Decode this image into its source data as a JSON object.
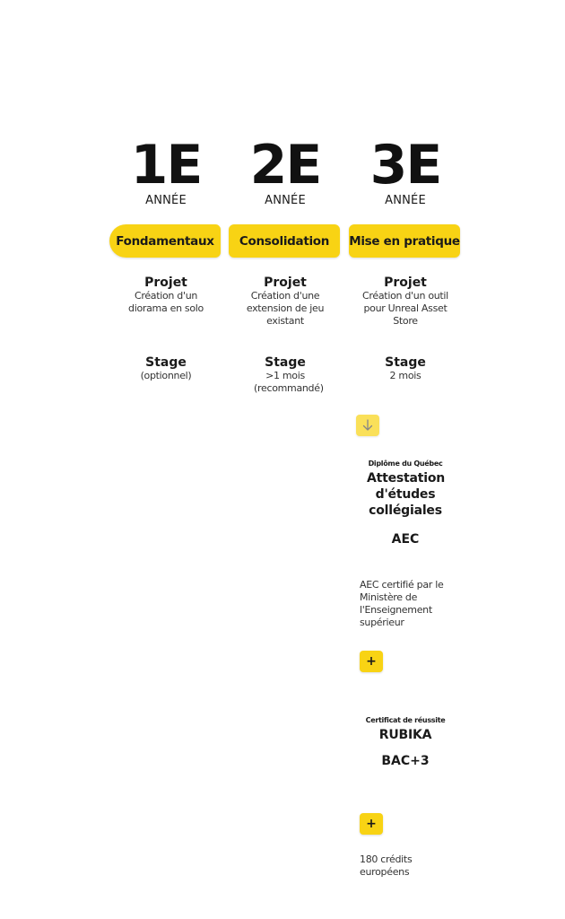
{
  "years": [
    {
      "number": "1E",
      "word": "ANNÉE",
      "phase": "Fondamentaux",
      "project_title": "Projet",
      "project_text": "Création d'un diorama en solo",
      "stage_title": "Stage",
      "stage_text": "(optionnel)"
    },
    {
      "number": "2E",
      "word": "ANNÉE",
      "phase": "Consolidation",
      "project_title": "Projet",
      "project_text": "Création d'une extension de jeu existant",
      "stage_title": "Stage",
      "stage_text": ">1 mois (recommandé)"
    },
    {
      "number": "3E",
      "word": "ANNÉE",
      "phase": "Mise en pratique",
      "project_title": "Projet",
      "project_text": "Création d'un outil pour Unreal Asset Store",
      "stage_title": "Stage",
      "stage_text": "2 mois"
    }
  ],
  "diplomas": [
    {
      "kicker": "Diplôme du Québec",
      "title": "Attestation d'études collégiales",
      "abbr": "AEC",
      "note": "AEC certifié par le Ministère de l'Enseignement supérieur",
      "button": "+"
    },
    {
      "kicker": "Certificat de réussite",
      "title": "RUBIKA",
      "abbr": "BAC+3",
      "note": "180 crédits européens",
      "button": "+"
    }
  ],
  "icons": {
    "arrow": "arrow-down-icon",
    "plus": "plus-icon"
  },
  "colors": {
    "accent": "#f8d314",
    "text": "#1a1a1a"
  }
}
